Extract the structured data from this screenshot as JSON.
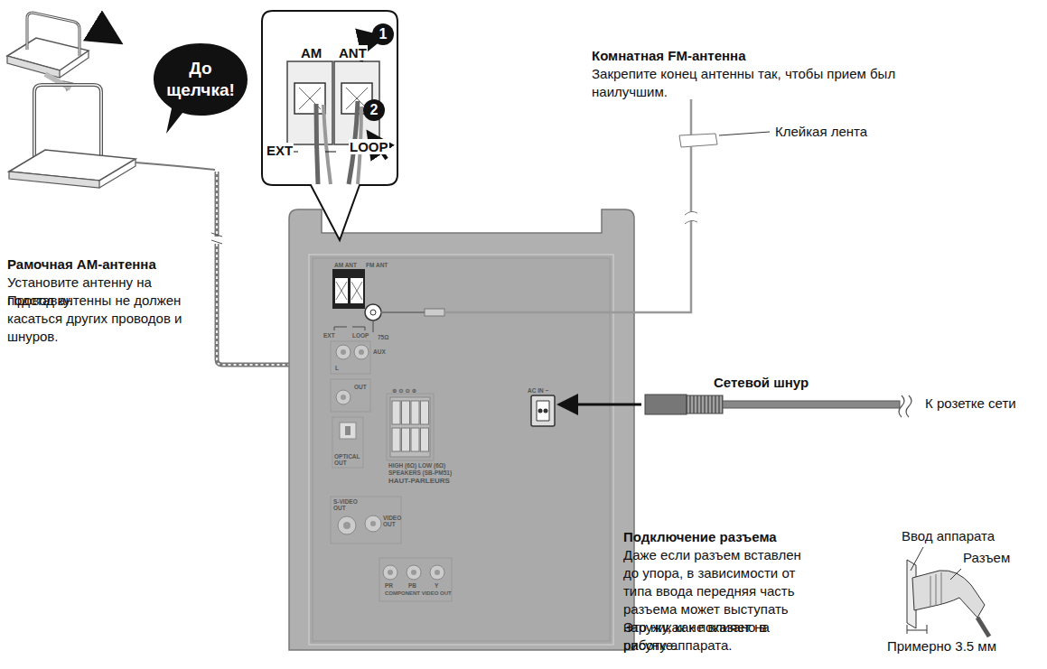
{
  "diagram": {
    "nodes": [
      {
        "text": [
          "До щелчка!"
        ]
      },
      {
        "text": [
          "AM",
          "ANT",
          "EXT",
          "LOOP"
        ]
      },
      {
        "text": [
          "1"
        ],
        "in": 1
      },
      {
        "text": [
          "2"
        ],
        "in": 1
      },
      {
        "text": [
          "AM ANT",
          "FM ANT",
          "EXT",
          "LOOP",
          "75Ω",
          "AUX",
          "L",
          "OUT",
          "OPTICAL OUT",
          "⊕ ⊖ ⊖ ⊕",
          "HIGH (6Ω) LOW (6Ω)",
          "SPEAKERS (SB-PM51)",
          "HAUT-PARLEURS",
          "S-VIDEO OUT",
          "VIDEO OUT",
          "PR",
          "PB",
          "Y",
          "COMPONENT VIDEO OUT",
          "AC IN ~"
        ]
      }
    ],
    "labels": [
      "Рамочная AM-антенна",
      "Установите антенну на подставку.",
      "Провод антенны не должен касаться других проводов и шнуров.",
      "Комнатная FM-антенна",
      "Закрепите конец антенны так, чтобы прием был наилучшим.",
      "Клейкая лента",
      "Сетевой шнур",
      "К розетке сети",
      "Подключение разъема",
      "Даже если разъем вставлен до упора, в зависимости от типа ввода передняя часть разъема может выступать наружу, как показано в рисунке.",
      "Это никак не влияет на работу аппарата.",
      "Ввод аппарата",
      "Разъем",
      "Примерно 3.5 мм"
    ]
  }
}
